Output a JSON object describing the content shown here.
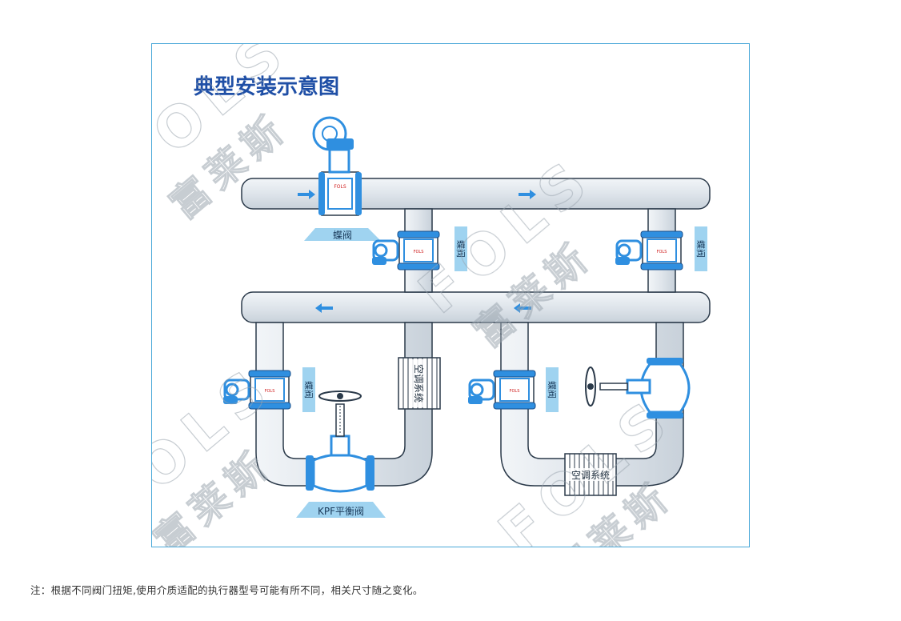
{
  "diagram": {
    "title": "典型安装示意图",
    "labels": {
      "butterfly_valve": "蝶阀",
      "balance_valve": "KPF平衡阀",
      "ac_system": "空调系统"
    },
    "valve_badge": "FOLS",
    "watermark": {
      "latin": "FOLS",
      "chinese": "富莱斯"
    }
  },
  "footer": {
    "note": "注：根据不同阀门扭矩,使用介质适配的执行器型号可能有所不同，相关尺寸随之变化。"
  },
  "colors": {
    "frame_border": "#4aa8d8",
    "pipe_fill": "#dde3ea",
    "pipe_stroke": "#2b3a4a",
    "valve_blue": "#2f8fe0",
    "title_blue": "#1f4fa6",
    "label_bg": "#9fd3f0",
    "arrow_blue": "#2f8fe0"
  }
}
